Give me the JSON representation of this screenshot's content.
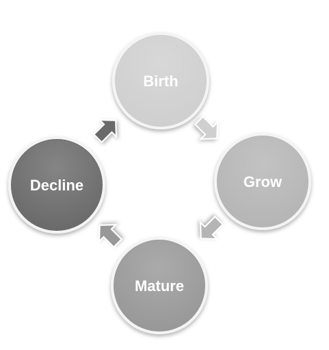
{
  "cycle": {
    "stages": [
      {
        "label": "Birth",
        "fill": "#cfcfcf"
      },
      {
        "label": "Grow",
        "fill": "#b5b5b5"
      },
      {
        "label": "Mature",
        "fill": "#989898"
      },
      {
        "label": "Decline",
        "fill": "#6b6b6b"
      }
    ],
    "arrows": [
      {
        "from": "Birth",
        "to": "Grow",
        "fill": "#cfcfcf"
      },
      {
        "from": "Grow",
        "to": "Mature",
        "fill": "#b5b5b5"
      },
      {
        "from": "Mature",
        "to": "Decline",
        "fill": "#989898"
      },
      {
        "from": "Decline",
        "to": "Birth",
        "fill": "#6b6b6b"
      }
    ]
  }
}
